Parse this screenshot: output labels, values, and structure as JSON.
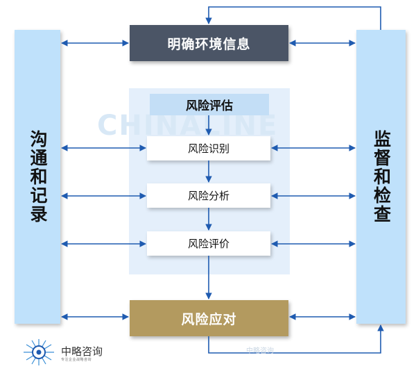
{
  "diagram": {
    "left_column": "沟通和记录",
    "right_column": "监督和检查",
    "top_box": "明确环境信息",
    "assessment": {
      "title": "风险评估",
      "steps": [
        "风险识别",
        "风险分析",
        "风险评价"
      ]
    },
    "bottom_box": "风险应对"
  },
  "watermark": "CHINALINE",
  "logo": {
    "name": "中略咨询",
    "subtitle": "专注企业战略咨询",
    "small_watermark": "中略咨询"
  },
  "colors": {
    "side_columns": "#bfe1fb",
    "top_box": "#4b5566",
    "bottom_box": "#b39a5f",
    "assessment_panel": "#e4effb",
    "assessment_title": "#c3def6",
    "arrows": "#1f5bb0"
  }
}
